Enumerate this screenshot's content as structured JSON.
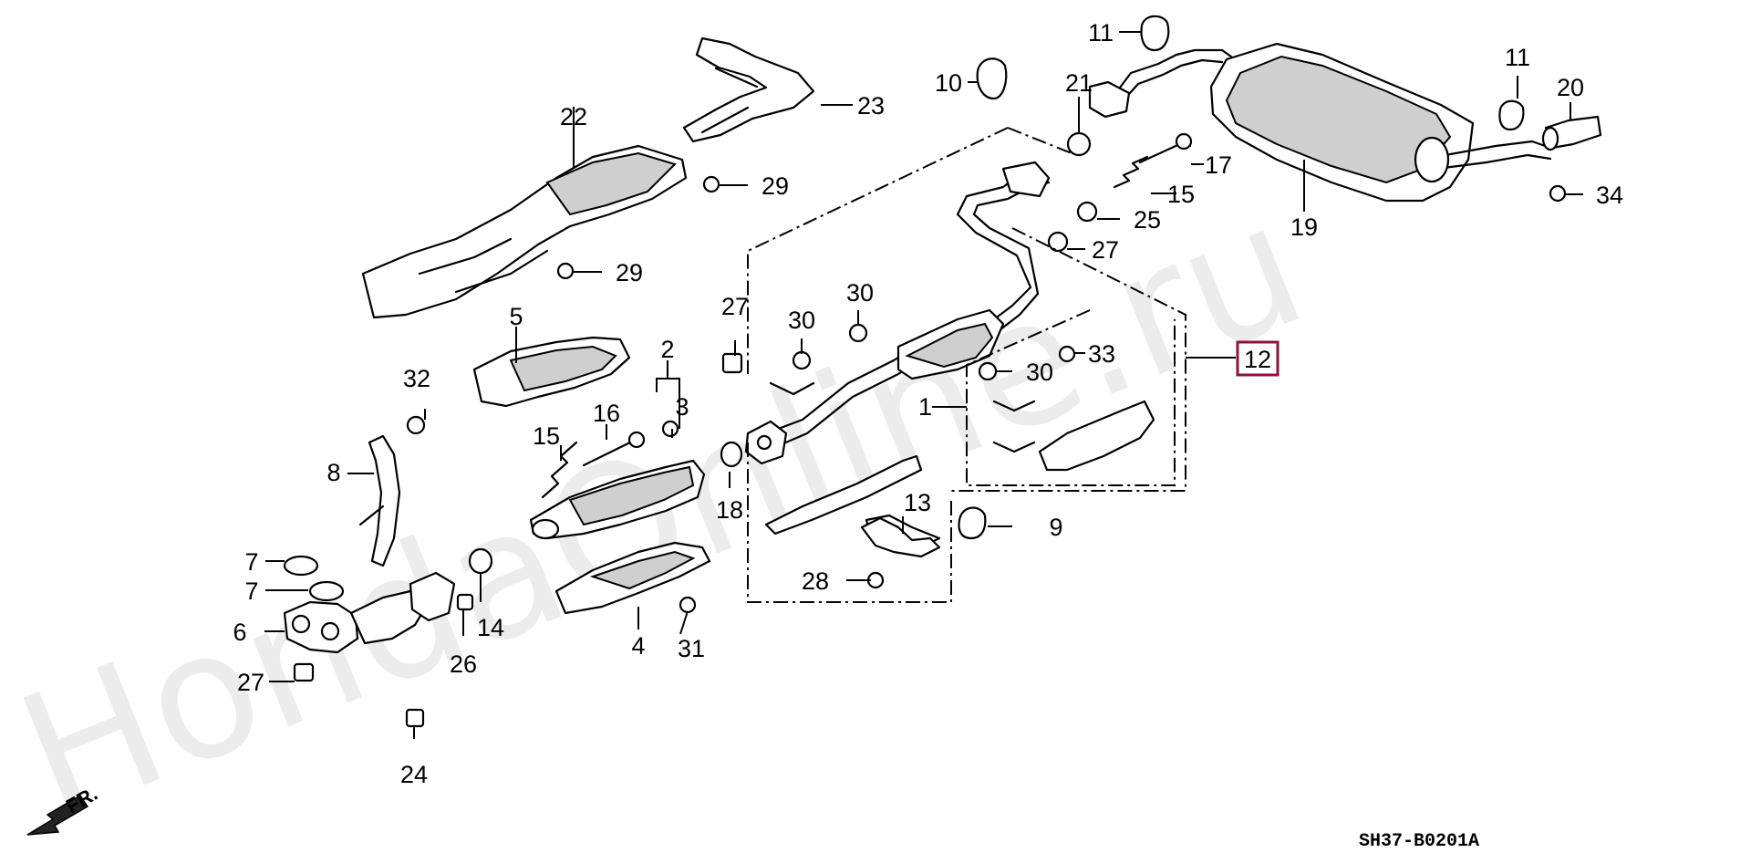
{
  "watermark": "HondaOnline.ru",
  "diagram_code": "SH37-B0201A",
  "direction_label": "FR.",
  "highlight_color": "#8b1538",
  "callouts": [
    {
      "id": "c1",
      "label": "1"
    },
    {
      "id": "c2",
      "label": "2"
    },
    {
      "id": "c3",
      "label": "3"
    },
    {
      "id": "c4",
      "label": "4"
    },
    {
      "id": "c5",
      "label": "5"
    },
    {
      "id": "c6",
      "label": "6"
    },
    {
      "id": "c7a",
      "label": "7"
    },
    {
      "id": "c7b",
      "label": "7"
    },
    {
      "id": "c8",
      "label": "8"
    },
    {
      "id": "c9",
      "label": "9"
    },
    {
      "id": "c10",
      "label": "10"
    },
    {
      "id": "c11a",
      "label": "11"
    },
    {
      "id": "c11b",
      "label": "11"
    },
    {
      "id": "c12",
      "label": "12"
    },
    {
      "id": "c13",
      "label": "13"
    },
    {
      "id": "c14",
      "label": "14"
    },
    {
      "id": "c15a",
      "label": "15"
    },
    {
      "id": "c15b",
      "label": "15"
    },
    {
      "id": "c16",
      "label": "16"
    },
    {
      "id": "c17",
      "label": "17"
    },
    {
      "id": "c18",
      "label": "18"
    },
    {
      "id": "c19",
      "label": "19"
    },
    {
      "id": "c20",
      "label": "20"
    },
    {
      "id": "c21",
      "label": "21"
    },
    {
      "id": "c22",
      "label": "22"
    },
    {
      "id": "c23",
      "label": "23"
    },
    {
      "id": "c24",
      "label": "24"
    },
    {
      "id": "c25",
      "label": "25"
    },
    {
      "id": "c26",
      "label": "26"
    },
    {
      "id": "c27a",
      "label": "27"
    },
    {
      "id": "c27b",
      "label": "27"
    },
    {
      "id": "c27c",
      "label": "27"
    },
    {
      "id": "c28",
      "label": "28"
    },
    {
      "id": "c29a",
      "label": "29"
    },
    {
      "id": "c29b",
      "label": "29"
    },
    {
      "id": "c30a",
      "label": "30"
    },
    {
      "id": "c30b",
      "label": "30"
    },
    {
      "id": "c30c",
      "label": "30"
    },
    {
      "id": "c31",
      "label": "31"
    },
    {
      "id": "c32",
      "label": "32"
    },
    {
      "id": "c33",
      "label": "33"
    },
    {
      "id": "c34",
      "label": "34"
    }
  ]
}
